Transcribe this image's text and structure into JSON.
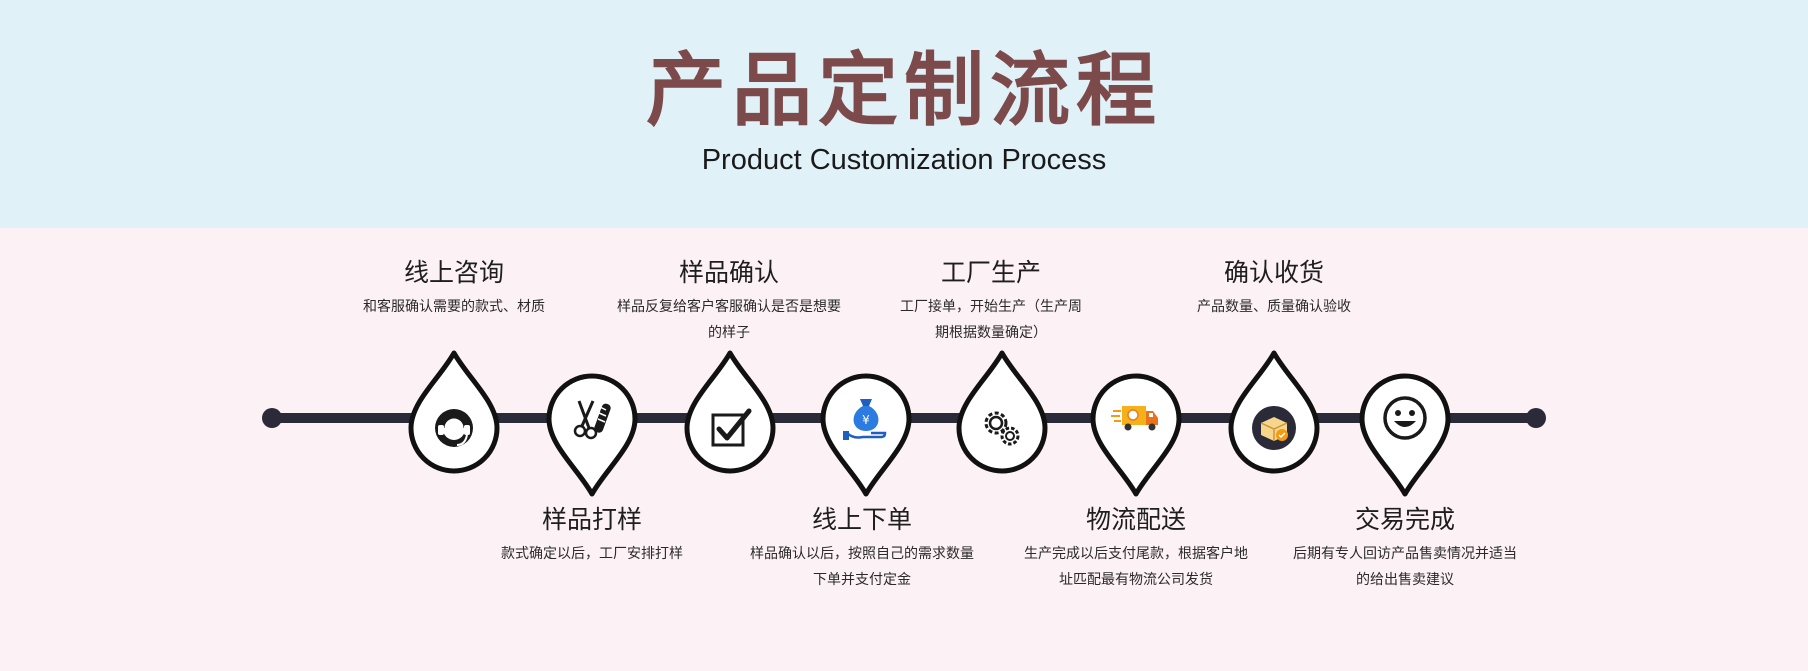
{
  "header": {
    "title": "产品定制流程",
    "subtitle": "Product Customization Process"
  },
  "steps": [
    {
      "title": "线上咨询",
      "desc": "和客服确认需要的款式、材质",
      "icon": "headset-icon"
    },
    {
      "title": "样品打样",
      "desc": "款式确定以后，工厂安排打样",
      "icon": "scissors-tools-icon"
    },
    {
      "title": "样品确认",
      "desc": "样品反复给客户客服确认是否是想要的样子",
      "icon": "checkbox-icon"
    },
    {
      "title": "线上下单",
      "desc": "样品确认以后，按照自己的需求数量下单并支付定金",
      "icon": "money-bag-icon"
    },
    {
      "title": "工厂生产",
      "desc": "工厂接单，开始生产（生产周期根据数量确定）",
      "icon": "gears-icon"
    },
    {
      "title": "物流配送",
      "desc": "生产完成以后支付尾款，根据客户地址匹配最有物流公司发货",
      "icon": "delivery-truck-icon"
    },
    {
      "title": "确认收货",
      "desc": "产品数量、质量确认验收",
      "icon": "package-check-icon"
    },
    {
      "title": "交易完成",
      "desc": "后期有专人回访产品售卖情况并适当的给出售卖建议",
      "icon": "smiley-icon"
    }
  ],
  "colors": {
    "header_bg": "#e0f1f8",
    "body_bg": "#fcf1f4",
    "title": "#7c4a4a",
    "line": "#2b2a38"
  }
}
